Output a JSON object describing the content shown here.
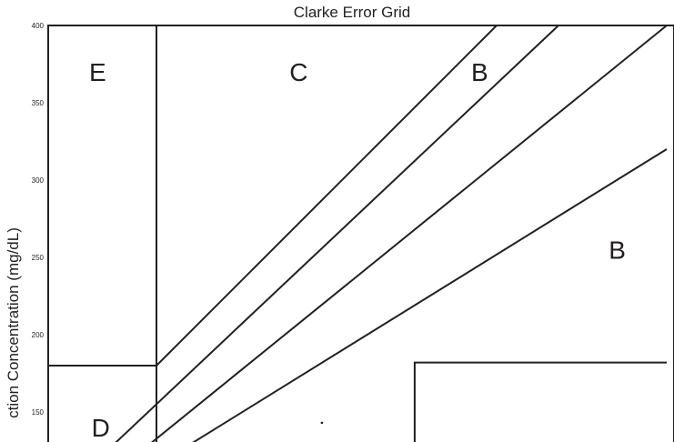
{
  "chart_data": {
    "type": "line",
    "title": "Clarke Error Grid",
    "xlabel": "",
    "ylabel": "ction Concentration (mg/dL)",
    "xlim": [
      0,
      400
    ],
    "ylim": [
      123,
      400
    ],
    "yticks": [
      {
        "value": 400,
        "label": "400"
      },
      {
        "value": 350,
        "label": "350"
      },
      {
        "value": 300,
        "label": "300"
      },
      {
        "value": 250,
        "label": "250"
      },
      {
        "value": 200,
        "label": "200"
      },
      {
        "value": 150,
        "label": "150"
      }
    ],
    "lines": [
      {
        "id": "e-zone-right",
        "points": [
          [
            70,
            400
          ],
          [
            70,
            123
          ]
        ]
      },
      {
        "id": "d-zone-top",
        "points": [
          [
            0,
            180
          ],
          [
            70,
            180
          ]
        ]
      },
      {
        "id": "c-zone-lower-boundary",
        "points": [
          [
            70,
            180
          ],
          [
            290,
            400
          ]
        ]
      },
      {
        "id": "a-zone-upper-boundary",
        "points": [
          [
            36,
            123
          ],
          [
            330,
            400
          ]
        ]
      },
      {
        "id": "identity-line",
        "points": [
          [
            58,
            123
          ],
          [
            400,
            400
          ]
        ]
      },
      {
        "id": "a-zone-lower-boundary",
        "points": [
          [
            82,
            123
          ],
          [
            400,
            320
          ]
        ]
      },
      {
        "id": "d-zone-right-box",
        "points": [
          [
            237,
            123
          ],
          [
            237,
            182
          ],
          [
            400,
            182
          ]
        ]
      }
    ],
    "points": [
      {
        "x": 177,
        "y": 143
      }
    ],
    "zone_labels": [
      {
        "label": "E",
        "x": 32,
        "y": 370
      },
      {
        "label": "C",
        "x": 162,
        "y": 370
      },
      {
        "label": "B",
        "x": 279,
        "y": 370
      },
      {
        "label": "B",
        "x": 368,
        "y": 255
      },
      {
        "label": "D",
        "x": 34,
        "y": 140
      }
    ]
  }
}
